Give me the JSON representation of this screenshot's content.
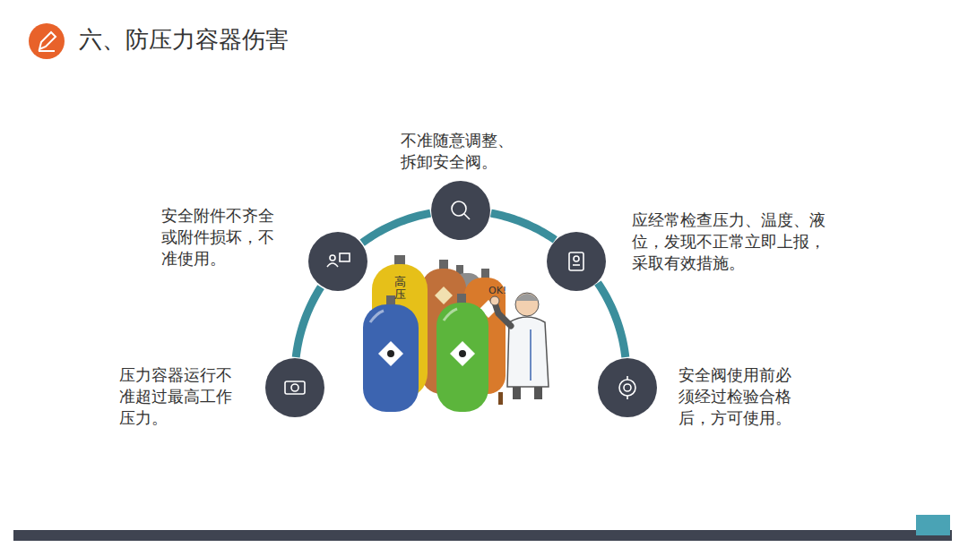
{
  "diagram": {
    "title": "六、防压力容器伤害",
    "nodes": [
      {
        "text": [
          "压力容器运行不准超过最高工作压力。"
        ]
      },
      {
        "text": [
          "安全附件不齐全或附件损坏，不准使用。"
        ]
      },
      {
        "text": [
          "不准随意调整、拆卸安全阀。"
        ]
      },
      {
        "text": [
          "应经常检查压力、温度、液位，发现不正常立即上报，采取有效措施。"
        ]
      },
      {
        "text": [
          "安全阀使用前必须经过检验合格后，方可使用。"
        ]
      }
    ],
    "edges": [
      {
        "from": 0,
        "to": 1,
        "arrow": "none"
      },
      {
        "from": 1,
        "to": 2,
        "arrow": "none"
      },
      {
        "from": 2,
        "to": 3,
        "arrow": "none"
      },
      {
        "from": 3,
        "to": 4,
        "arrow": "none"
      }
    ],
    "labels": [
      "高压",
      "OK!"
    ]
  }
}
